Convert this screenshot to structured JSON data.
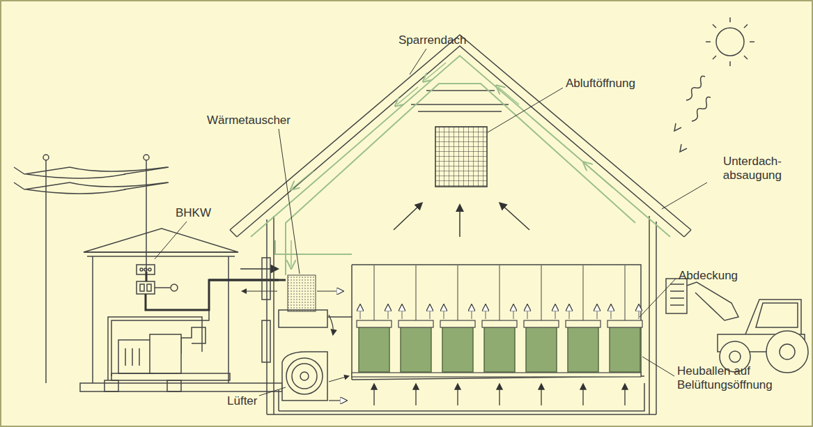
{
  "diagram": {
    "labels": [
      "Sparrendach",
      "Abluftöffnung",
      "Wärmetauscher",
      "Unterdach- absaugung",
      "BHKW",
      "Abdeckung",
      "Lüfter",
      "Heuballen auf Belüftungsöffnung"
    ]
  }
}
